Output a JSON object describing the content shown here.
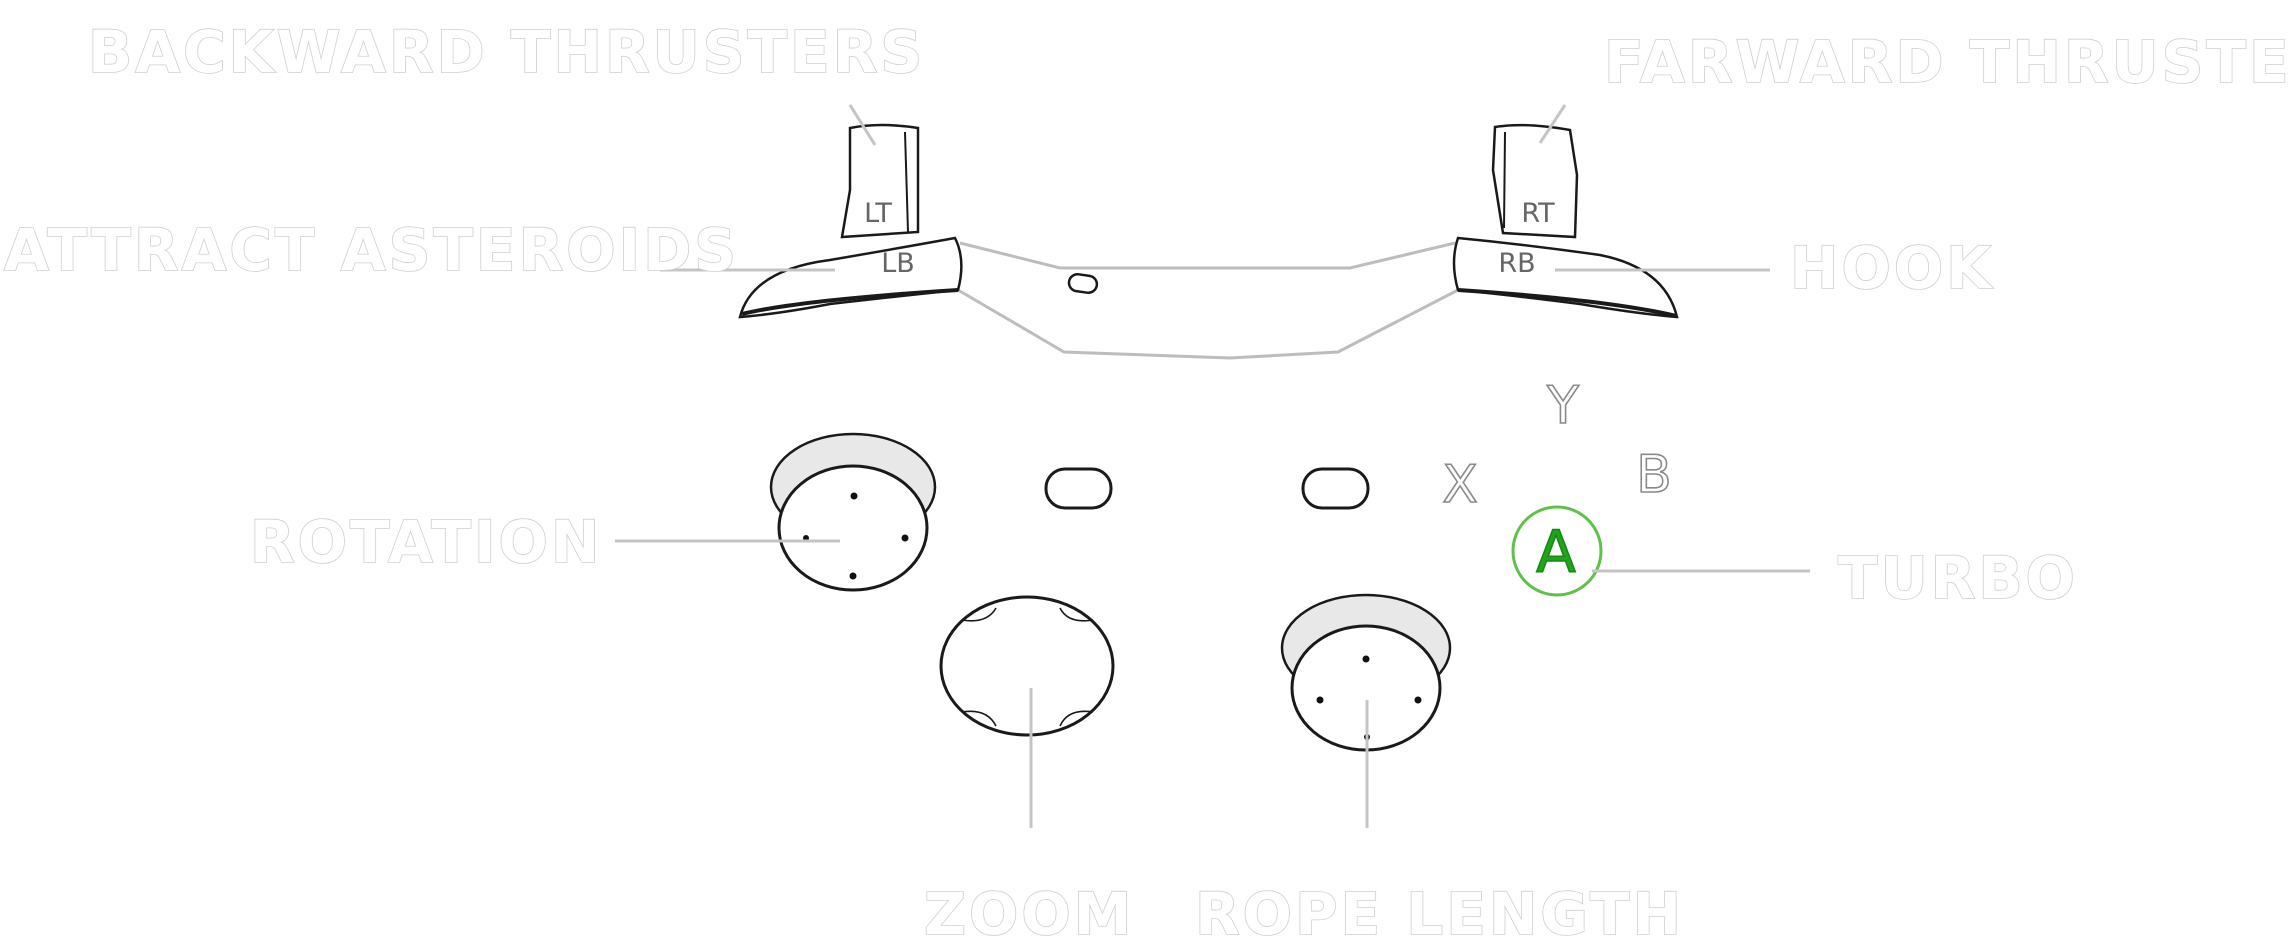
{
  "callouts": {
    "backward_thrusters": "BACKWARD THRUSTERS",
    "forward_thrusters": "FARWARD THRUSTERS",
    "attract_asteroids": "ATTRACT ASTEROIDS",
    "hook": "HOOK",
    "rotation": "ROTATION",
    "turbo": "TURBO",
    "zoom": "ZOOM",
    "rope_length": "ROPE LENGTH"
  },
  "buttons": {
    "lt": "LT",
    "rt": "RT",
    "lb": "LB",
    "rb": "RB",
    "y": "Y",
    "x": "X",
    "b": "B",
    "a": "A"
  },
  "colors": {
    "a_button": "#21a31c",
    "a_ring": "#5dc247"
  }
}
